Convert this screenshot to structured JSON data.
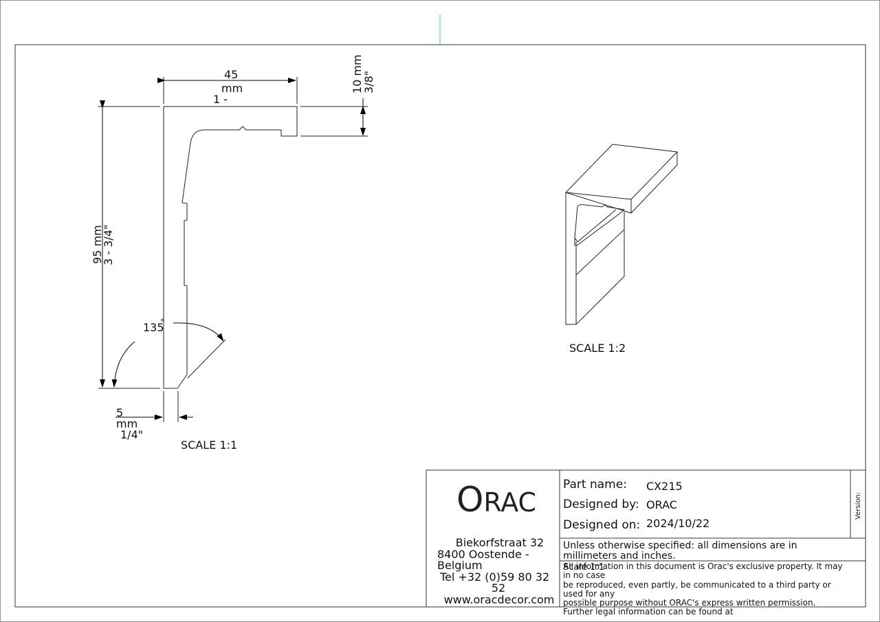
{
  "drawing": {
    "profile_view": {
      "width_mm": "45",
      "width_unit": "mm",
      "width_inch": "1 -",
      "top_mm": "10 mm",
      "top_inch": "3/8\"",
      "height_mm": "95 mm",
      "height_inch": "3 - 3/4\"",
      "angle": "135",
      "angle_mark": "°",
      "bottom_mm": "5",
      "bottom_unit": "mm",
      "bottom_inch": "1/4\"",
      "scale": "SCALE 1:1"
    },
    "iso_view": {
      "scale": "SCALE 1:2"
    }
  },
  "title_block": {
    "logo_initial": "O",
    "logo_rest": "RAC",
    "address": [
      "Biekorfstraat 32",
      "8400 Oostende -",
      "Belgium",
      "Tel  +32 (0)59 80 32",
      "52",
      "www.oracdecor.com"
    ],
    "part_name_label": "Part name:",
    "part_name_value": "CX215",
    "designed_by_label": "Designed by:",
    "designed_by_value": "ORAC",
    "designed_on_label": "Designed on:",
    "designed_on_value": "2024/10/22",
    "version_label": "Version:",
    "units_note": "Unless otherwise specified: all dimensions are in millimeters and inches.",
    "scale_note": "Scale 1:1",
    "legal_lines": [
      "All information in this document is Orac's exclusive property.  It may in no case",
      "be reproduced, even partly, be communicated to a third party or used for any",
      "possible purpose without ORAC's express written permission.",
      "Further legal information can be found at"
    ]
  }
}
